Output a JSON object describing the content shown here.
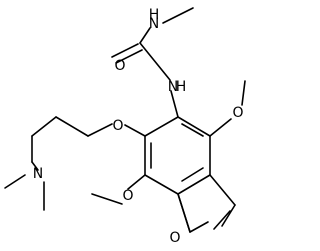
{
  "molecule": {
    "atoms": {
      "nh_methyl": "H",
      "n_methyl": "N",
      "o_carbonyl": "O",
      "n_amide": "N",
      "h_amide": "H",
      "o_methoxy_top": "O",
      "o_ether": "O",
      "o_methoxy_bottom": "O",
      "n_dimethylamino": "N",
      "o_furan": "O"
    }
  }
}
